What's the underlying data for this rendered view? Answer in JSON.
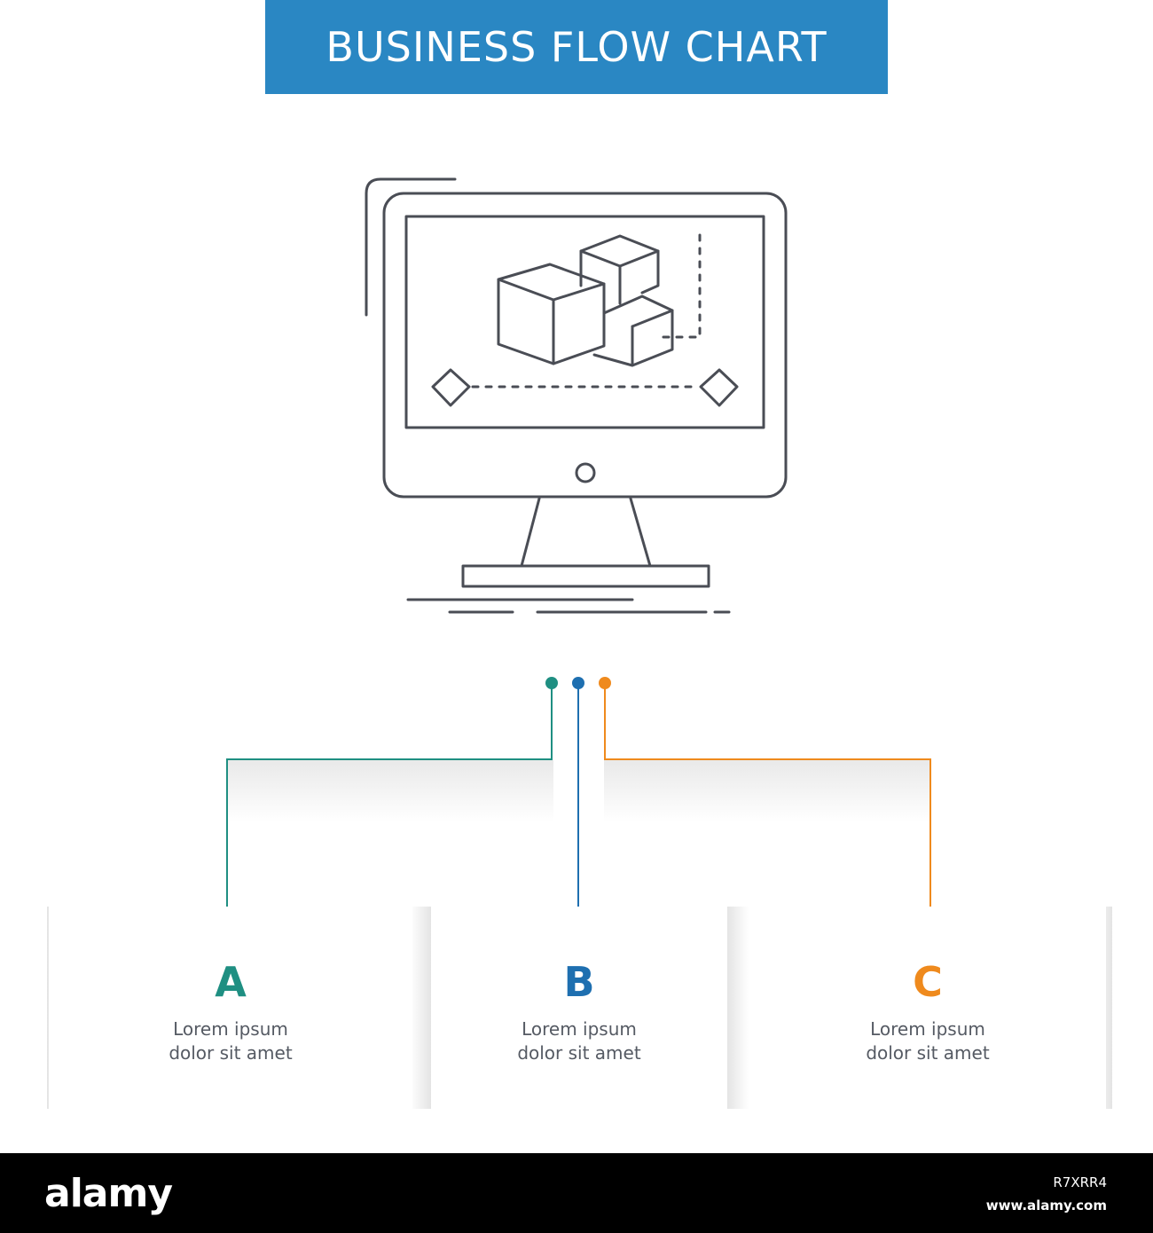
{
  "header": {
    "title": "BUSINESS FLOW CHART"
  },
  "steps": [
    {
      "letter": "A",
      "line1": "Lorem ipsum",
      "line2": "dolor sit amet"
    },
    {
      "letter": "B",
      "line1": "Lorem ipsum",
      "line2": "dolor sit amet"
    },
    {
      "letter": "C",
      "line1": "Lorem ipsum",
      "line2": "dolor sit amet"
    }
  ],
  "footer": {
    "logo": "alamy",
    "image_id": "R7XRR4",
    "site": "www.alamy.com"
  },
  "icon": {
    "name": "3d-animation-monitor-icon"
  },
  "colors": {
    "banner": "#2a87c3",
    "step_a": "#1f8f82",
    "step_b": "#1e6fb0",
    "step_c": "#ef8a1d",
    "icon_stroke": "#4a4d55",
    "footer": "#000000"
  }
}
